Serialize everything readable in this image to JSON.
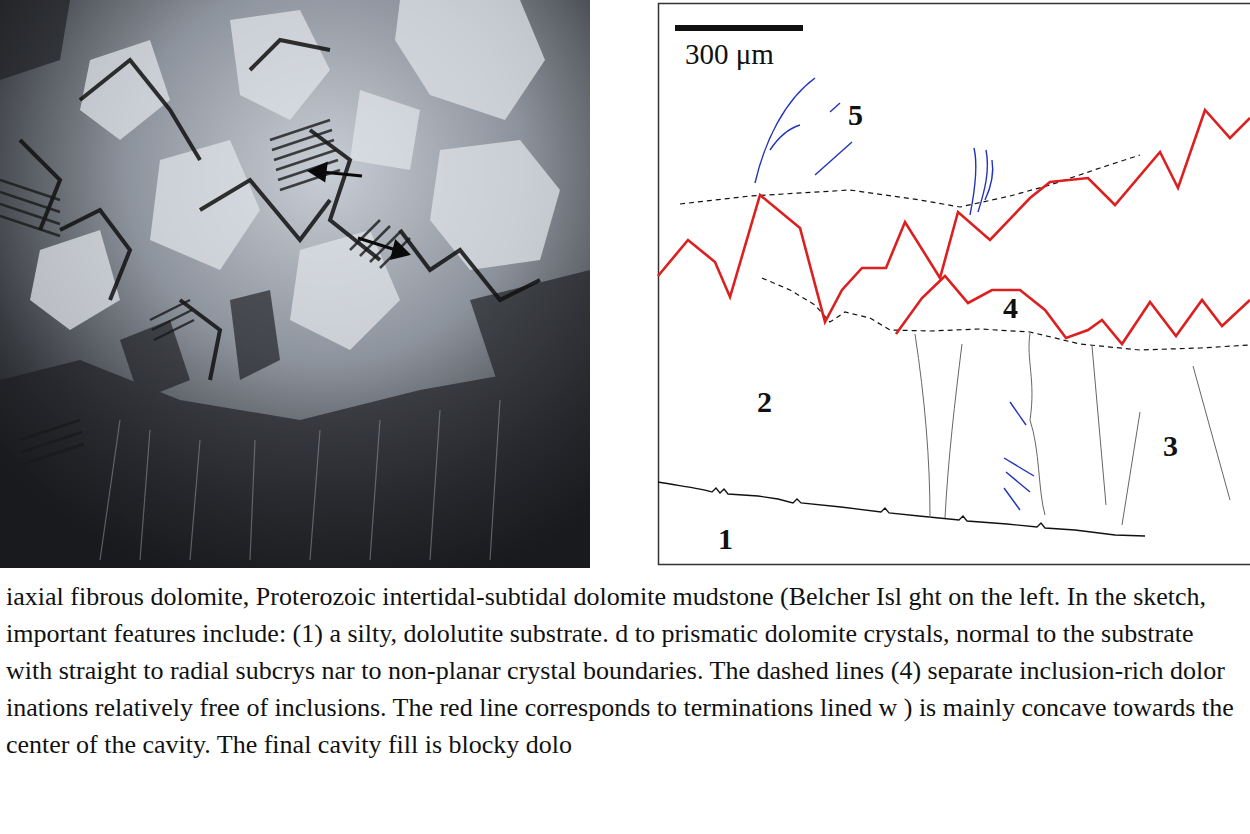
{
  "diagram": {
    "caption": "iaxial fibrous dolomite, Proterozoic intertidal-subtidal dolomite mudstone (Belcher Isl ght on the left. In the sketch, important features include: (1) a silty, dololutite substrate. d to prismatic dolomite crystals, normal to the substrate with straight to radial subcrys nar to non-planar crystal boundaries. The dashed lines (4) separate inclusion-rich dolor inations relatively free of inclusions.  The red line corresponds to terminations lined w ) is mainly concave towards the center of the cavity. The final cavity fill is blocky dolo",
    "labels": [
      "300 μm",
      "5",
      "4",
      "2",
      "3",
      "1"
    ]
  }
}
